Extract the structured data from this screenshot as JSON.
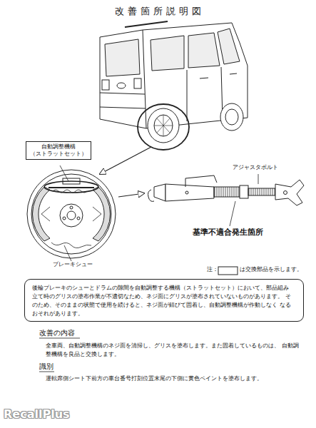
{
  "diagram": {
    "title": "改善箇所説明図",
    "nodes": [
      {
        "text": [
          "自動調整機構 （ストラットセット）"
        ]
      },
      {
        "text": [
          "後輪ブレーキのシューとドラムの隙間を自動調整する機構（ストラットセット）において、部品組み 立て時のグリスの塗布作業が不適切なため、ネジ面にグリスが塗布されていないものがあります。 そのため、そのままの状態で使用を続けると、ネジ面が錆びて固着し、自動調整機構が作動しなく なるおそれがあります。"
        ]
      }
    ],
    "labels": [
      "アジャスタボルト",
      "基準不適合発生箇所",
      "ブレーキシュー",
      "注：",
      "は交換部品を示します。",
      "改善の内容",
      "全車両、自動調整機構のネジ面を清掃し、グリスを塗布します。また固着しているものは、 自動調整機構を良品と交換します。",
      "識別",
      "運転席側シート下前方の車台番号打刻位置末尾の下側に黄色ペイントを塗布します。",
      "RecallPlus"
    ]
  }
}
